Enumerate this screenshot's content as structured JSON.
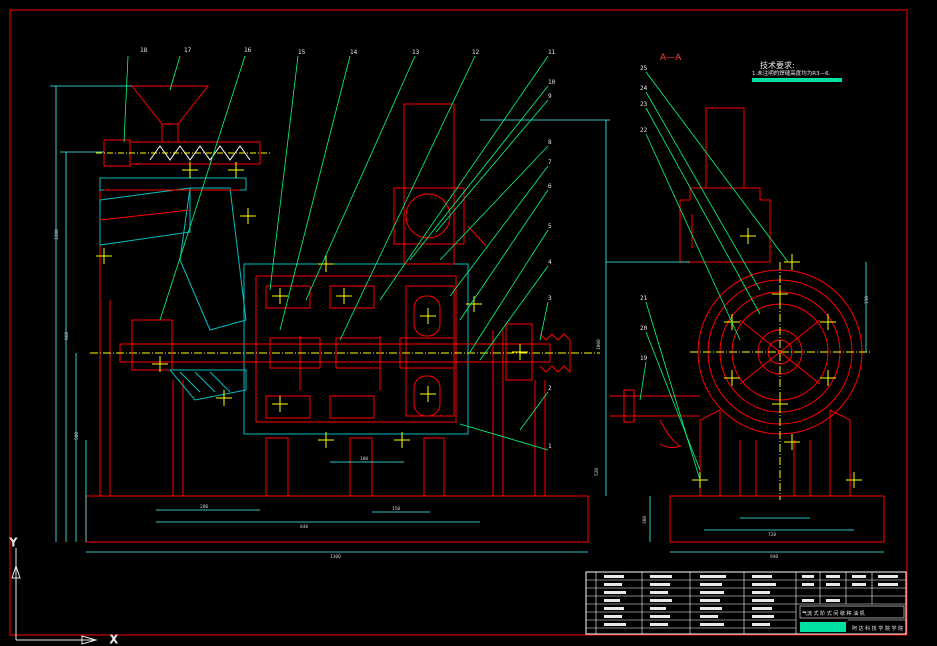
{
  "drawing": {
    "section_title": "A—A",
    "requirements_title": "技术要求:",
    "requirements_line": "1.未注明的焊缝高度均为R3—6.",
    "part_numbers_main": [
      "18",
      "17",
      "16",
      "15",
      "14",
      "13",
      "12",
      "11",
      "10",
      "9",
      "8",
      "7",
      "6",
      "5",
      "4",
      "3",
      "2",
      "1"
    ],
    "part_numbers_side": [
      "25",
      "24",
      "23",
      "22",
      "21",
      "20",
      "19"
    ],
    "axis_y": "Y",
    "axis_x": "X",
    "title_block": {
      "drawing_name": "气流 式 阶 式 间 歇 榨 油 机",
      "school": "阿 达 科 技 学 院 学 院"
    }
  },
  "colors": {
    "background": "#000000",
    "outline": "#ff0000",
    "leader": "#00ff80",
    "text": "#e8e8e8",
    "hatch": "#00c0c0",
    "center": "#ffff00",
    "dimension": "#40ffff"
  }
}
